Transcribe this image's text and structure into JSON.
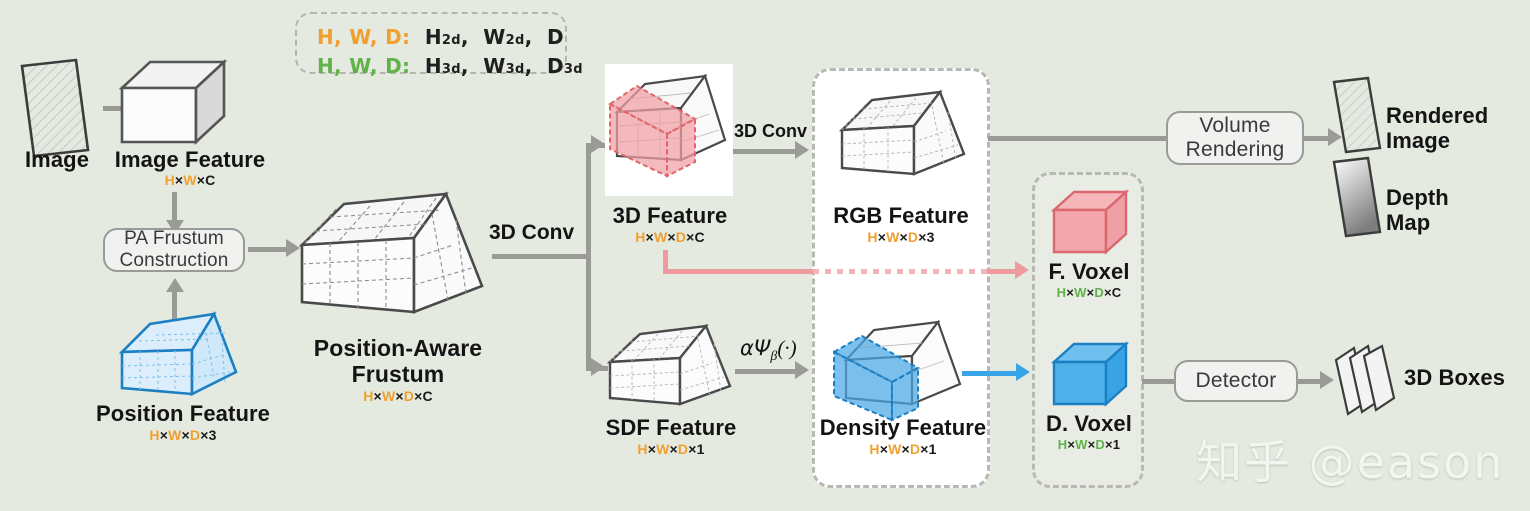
{
  "legend": {
    "line1": {
      "vars": "H, W, D:",
      "maps": "H2d,  W2d,  D"
    },
    "line2": {
      "vars": "H, W, D:",
      "maps": "H3d,  W3d,  D3d"
    }
  },
  "nodes": {
    "image": {
      "label": "Image",
      "dims": ""
    },
    "image_feature": {
      "label": "Image Feature",
      "dims": "H×W×C"
    },
    "pa_frustum": {
      "label": "PA Frustum\nConstruction"
    },
    "position_feature": {
      "label": "Position Feature",
      "dims": "H×W×D×3"
    },
    "pa_frustum_node": {
      "label": "Position-Aware\nFrustum",
      "dims": "H×W×D×C"
    },
    "feature_3d": {
      "label": "3D Feature",
      "dims": "H×W×D×C"
    },
    "sdf_feature": {
      "label": "SDF Feature",
      "dims": "H×W×D×1"
    },
    "rgb_feature": {
      "label": "RGB Feature",
      "dims": "H×W×D×3"
    },
    "density_feature": {
      "label": "Density Feature",
      "dims": "H×W×D×1"
    },
    "f_voxel": {
      "label": "F. Voxel",
      "dims": "H×W×D×C"
    },
    "d_voxel": {
      "label": "D. Voxel",
      "dims": "H×W×D×1"
    },
    "volume_rendering": {
      "label": "Volume\nRendering"
    },
    "detector": {
      "label": "Detector"
    },
    "rendered_image": {
      "label": "Rendered\nImage"
    },
    "depth_map": {
      "label": "Depth\nMap"
    },
    "boxes_3d": {
      "label": "3D Boxes"
    }
  },
  "arrows": {
    "conv3d_main": "3D Conv",
    "conv3d_rgb": "3D Conv",
    "sdf_to_density": "αΨβ(·)"
  },
  "watermark": "知乎 @eason",
  "colors": {
    "background": "#e5eae0",
    "arrow_gray": "#9a9a96",
    "accent_pink": "#ef9a9e",
    "accent_blue": "#38a4e8",
    "orange_var": "#f0a030",
    "green_var": "#62b24a"
  }
}
